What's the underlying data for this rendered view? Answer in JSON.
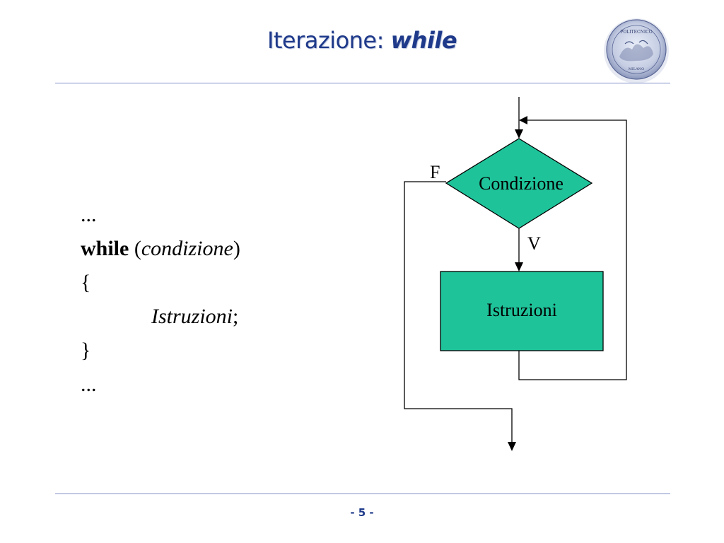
{
  "slide": {
    "title_prefix": "Iterazione: ",
    "title_keyword": "while",
    "page_number": "- 5 -"
  },
  "logo": {
    "text_top": "POLITECNICO",
    "text_bottom": "MILANO"
  },
  "code": {
    "line1": "...",
    "keyword": "while",
    "open_paren": " (",
    "condition": "condizione",
    "close_paren": ")",
    "open_brace": "{",
    "statement": "Istruzioni",
    "semicolon": ";",
    "close_brace": "}",
    "line_last": "..."
  },
  "flowchart": {
    "condition_label": "Condizione",
    "body_label": "Istruzioni",
    "false_label": "F",
    "true_label": "V",
    "condition_color": "#1fc39a",
    "body_color": "#1fc39a"
  }
}
